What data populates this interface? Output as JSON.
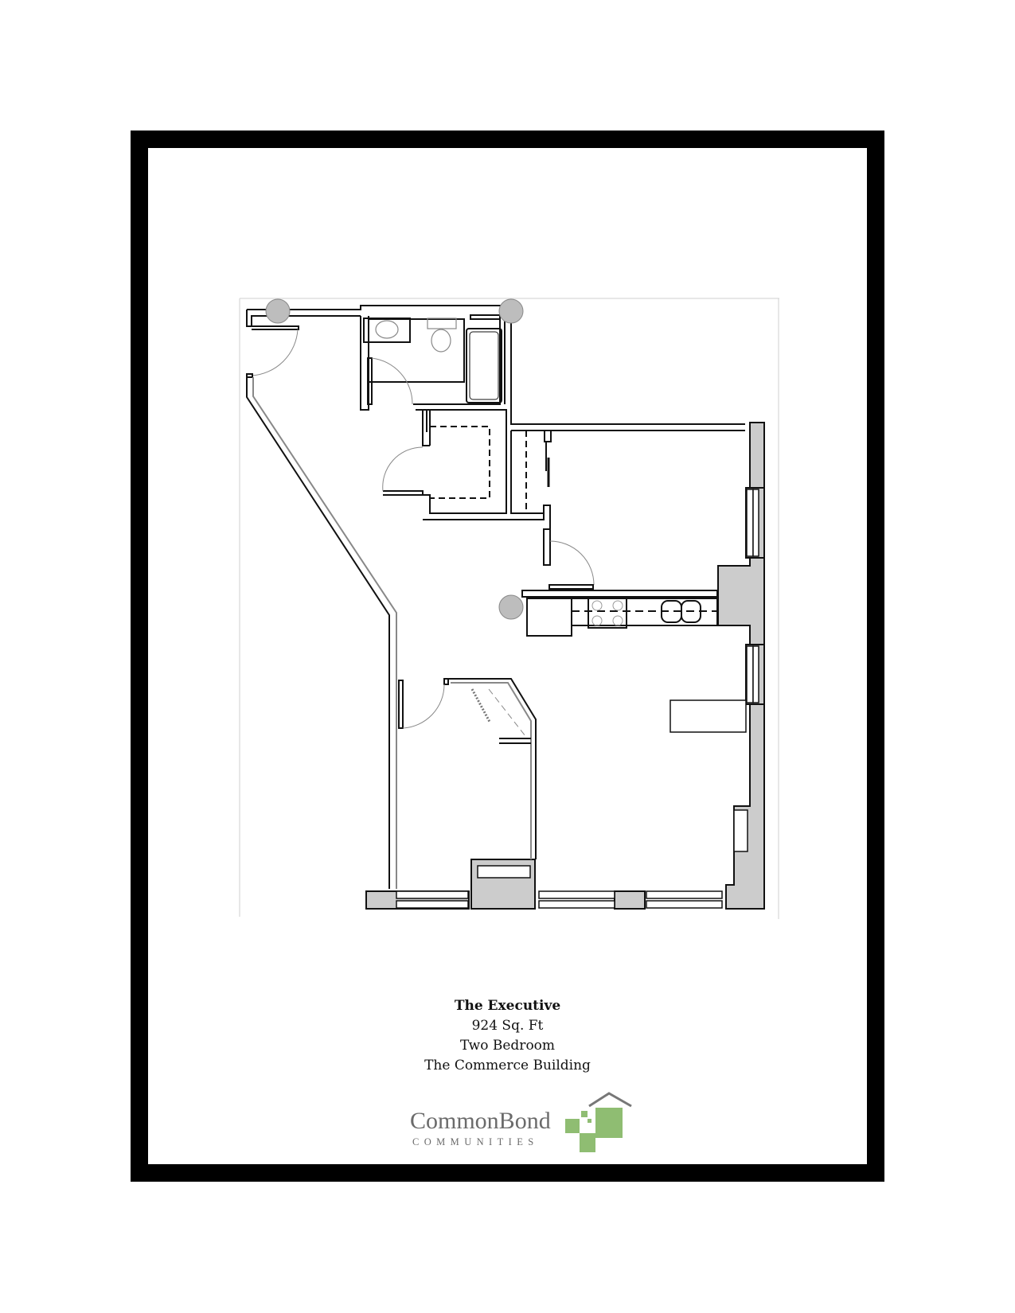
{
  "document": {
    "type": "floor-plan-sheet",
    "colors": {
      "frame": "#000000",
      "wall_fill": "#cccccc",
      "column_fill": "#bdbdbd",
      "line": "#111111",
      "logo_green": "#8fbd72",
      "logo_gray": "#6b6b6b"
    }
  },
  "plan": {
    "unit_name": "The Executive",
    "area": "924 Sq. Ft",
    "bedrooms": "Two Bedroom",
    "building": "The Commerce Building"
  },
  "logo": {
    "wordmark": "CommonBond",
    "subtitle": "COMMUNITIES",
    "icon": "house-blocks-icon"
  }
}
